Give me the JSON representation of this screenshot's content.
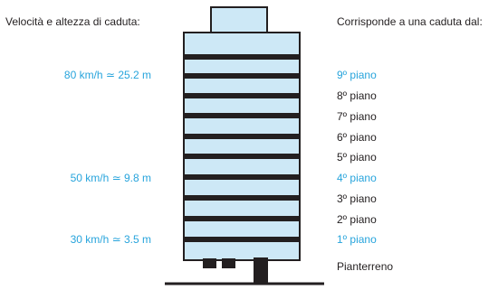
{
  "left_title": "Velocità e altezza di caduta:",
  "right_title": "Corrisponde a una caduta dal:",
  "speeds": [
    {
      "label": "80 km/h ≃ 25.2 m",
      "highlight": true
    },
    {
      "label": "50 km/h ≃ 9.8 m",
      "highlight": true
    },
    {
      "label": "30 km/h ≃ 3.5 m",
      "highlight": true
    }
  ],
  "floors": [
    {
      "label": "9º piano",
      "highlight": true
    },
    {
      "label": "8º piano",
      "highlight": false
    },
    {
      "label": "7º piano",
      "highlight": false
    },
    {
      "label": "6º piano",
      "highlight": false
    },
    {
      "label": "5º piano",
      "highlight": false
    },
    {
      "label": "4º piano",
      "highlight": true
    },
    {
      "label": "3º piano",
      "highlight": false
    },
    {
      "label": "2º piano",
      "highlight": false
    },
    {
      "label": "1º piano",
      "highlight": true
    },
    {
      "label": "Pianterreno",
      "highlight": false
    }
  ],
  "colors": {
    "building_fill": "#cde8f6",
    "outline": "#231f20",
    "highlight_text": "#27a4dc",
    "text": "#231f20"
  }
}
